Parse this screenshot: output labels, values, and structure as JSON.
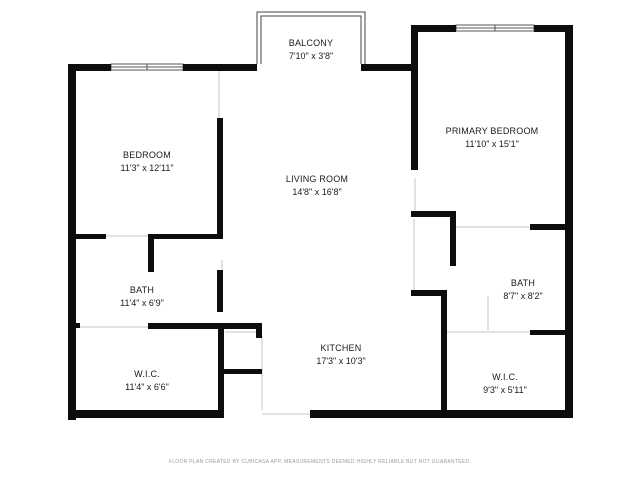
{
  "rooms": {
    "balcony": {
      "name": "BALCONY",
      "dims": "7'10\" x 3'8\""
    },
    "bedroom": {
      "name": "BEDROOM",
      "dims": "11'3\" x 12'11\""
    },
    "living_room": {
      "name": "LIVING ROOM",
      "dims": "14'8\" x 16'8\""
    },
    "primary_bedroom": {
      "name": "PRIMARY BEDROOM",
      "dims": "11'10\" x 15'1\""
    },
    "bath_left": {
      "name": "BATH",
      "dims": "11'4\" x 6'9\""
    },
    "bath_right": {
      "name": "BATH",
      "dims": "8'7\" x 8'2\""
    },
    "kitchen": {
      "name": "KITCHEN",
      "dims": "17'3\" x 10'3\""
    },
    "wic_left": {
      "name": "W.I.C.",
      "dims": "11'4\" x 6'6\""
    },
    "wic_right": {
      "name": "W.I.C.",
      "dims": "9'3\" x 5'11\""
    }
  },
  "footer": "FLOOR PLAN CREATED BY CUBICASA APP. MEASUREMENTS DEEMED HIGHLY RELIABLE BUT NOT GUARANTEED.",
  "colors": {
    "wall": "#0d0d0d",
    "thin_line": "#b8b8b8",
    "background": "#ffffff"
  }
}
